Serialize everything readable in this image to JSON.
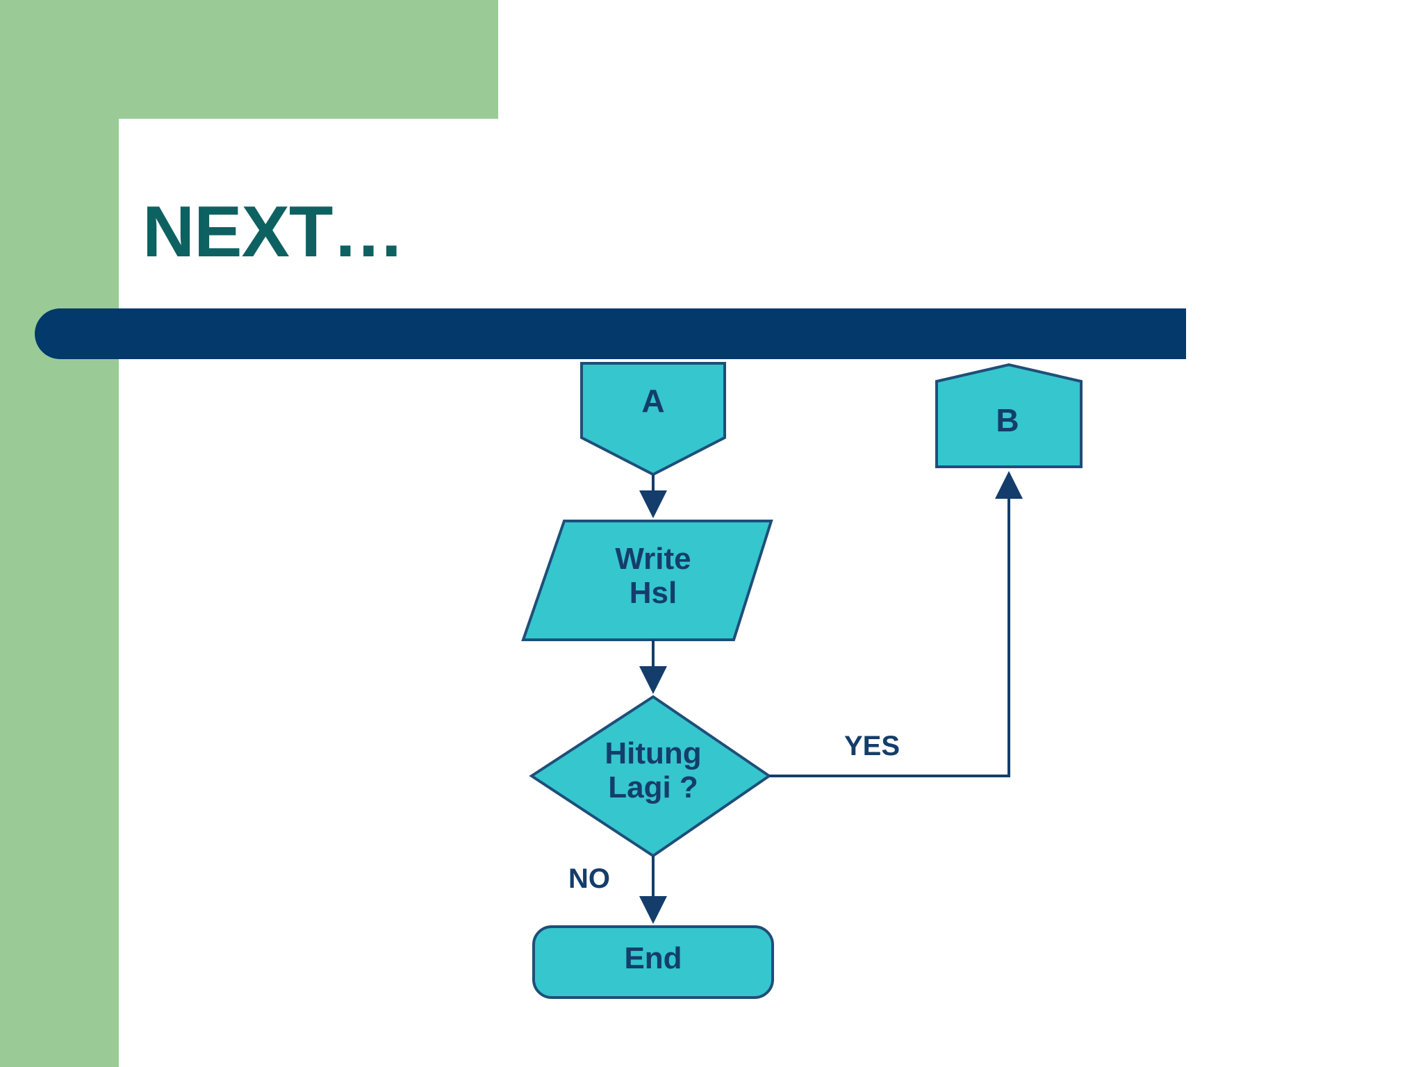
{
  "slide": {
    "title": "NEXT…",
    "colors": {
      "green_block": "#9ACB97",
      "title_teal": "#0E6161",
      "navy_bar": "#03396B",
      "shape_fill": "#35C6CE",
      "shape_stroke": "#1F4E79",
      "text_navy": "#143D6B",
      "background": "#FFFFFF"
    }
  },
  "flowchart": {
    "type": "flowchart",
    "nodes": [
      {
        "id": "A",
        "label": "A",
        "shape": "off-page-connector-down"
      },
      {
        "id": "B",
        "label": "B",
        "shape": "off-page-connector-up"
      },
      {
        "id": "write",
        "label": "Write\nHsl",
        "shape": "parallelogram-io"
      },
      {
        "id": "dec",
        "label": "Hitung\nLagi ?",
        "shape": "decision-diamond"
      },
      {
        "id": "end",
        "label": "End",
        "shape": "terminator-rounded-rect"
      }
    ],
    "edges": [
      {
        "from": "A",
        "to": "write",
        "label": ""
      },
      {
        "from": "write",
        "to": "dec",
        "label": ""
      },
      {
        "from": "dec",
        "to": "B",
        "label": "YES"
      },
      {
        "from": "dec",
        "to": "end",
        "label": "NO"
      }
    ],
    "edge_labels": {
      "yes": "YES",
      "no": "NO"
    }
  }
}
